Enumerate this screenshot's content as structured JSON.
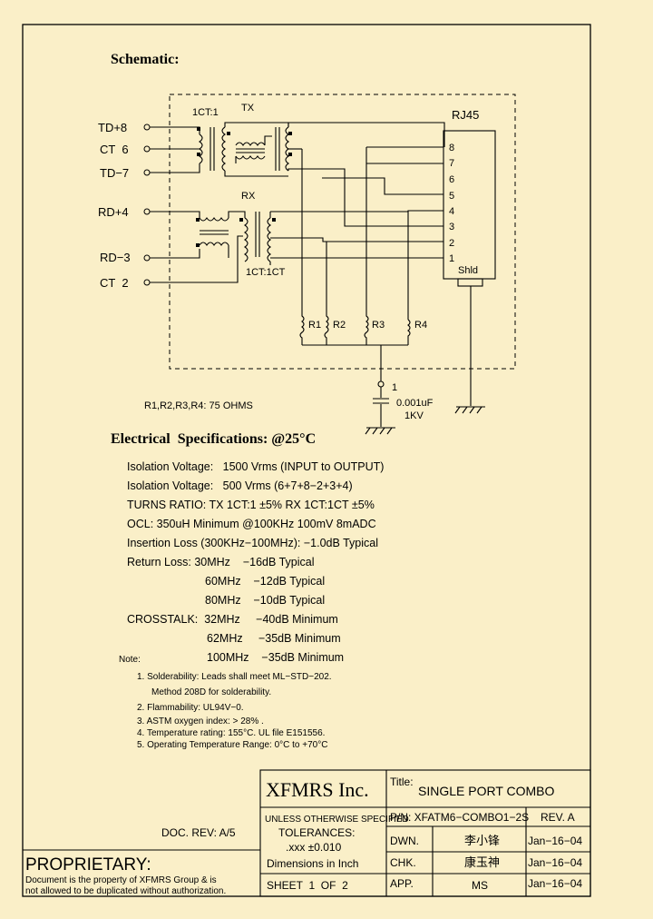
{
  "schematic": {
    "heading": "Schematic:",
    "transformer_labels": {
      "tx_ratio": "1CT:1",
      "tx": "TX",
      "rx": "RX",
      "rx_ratio": "1CT:1CT"
    },
    "left_pins": [
      "TD+8",
      "CT  6",
      "TD−7",
      "RD+4",
      "RD−3",
      "CT  2"
    ],
    "connector": {
      "name": "RJ45",
      "pins": [
        "8",
        "7",
        "6",
        "5",
        "4",
        "3",
        "2",
        "1"
      ],
      "shield": "Shld"
    },
    "resistors": [
      "R1",
      "R2",
      "R3",
      "R4"
    ],
    "cap_pin": "1",
    "cap_value": "0.001uF",
    "cap_voltage": "1KV",
    "resistor_note": "R1,R2,R3,R4: 75 OHMS"
  },
  "electrical": {
    "heading": "Electrical  Specifications: @25°C",
    "lines": [
      "Isolation Voltage:   1500 Vrms (INPUT to OUTPUT)",
      "Isolation Voltage:   500 Vrms (6+7+8−2+3+4)",
      "TURNS RATIO: TX 1CT:1 ±5% RX 1CT:1CT ±5%",
      "OCL: 350uH Minimum @100KHz 100mV 8mADC",
      "Insertion Loss (300KHz−100MHz): −1.0dB Typical",
      "Return Loss: 30MHz    −16dB Typical",
      "60MHz    −12dB Typical",
      "80MHz    −10dB Typical",
      "CROSSTALK:  32MHz     −40dB Minimum",
      "62MHz     −35dB Minimum",
      "100MHz    −35dB Minimum"
    ],
    "note_label": "Note:",
    "notes": [
      "1. Solderability: Leads shall meet ML−STD−202.",
      "Method 208D for solderability.",
      "2. Flammability: UL94V−0.",
      "3. ASTM oxygen index: > 28% .",
      "4. Temperature rating: 155°C. UL file E151556.",
      "5. Operating Temperature Range: 0°C to +70°C"
    ]
  },
  "title_block": {
    "company": "XFMRS Inc.",
    "title_label": "Title:",
    "title": "SINGLE PORT COMBO",
    "unless": "UNLESS OTHERWISE SPECIFIED",
    "tolerances": "TOLERANCES:",
    "tol_value": ".xxx ±0.010",
    "dimensions": "Dimensions in Inch",
    "sheet": "SHEET  1  OF  2",
    "pn": "P/N: XFATM6−COMBO1−2S",
    "rev": "REV. A",
    "dwn_label": "DWN.",
    "dwn_name": "李小锋",
    "dwn_date": "Jan−16−04",
    "chk_label": "CHK.",
    "chk_name": "康玉神",
    "chk_date": "Jan−16−04",
    "app_label": "APP.",
    "app_name": "MS",
    "app_date": "Jan−16−04",
    "doc_rev": "DOC. REV: A/5",
    "proprietary": "PROPRIETARY:",
    "prop_line1": "Document is the property of XFMRS Group & is",
    "prop_line2": "not allowed to be duplicated without authorization."
  }
}
